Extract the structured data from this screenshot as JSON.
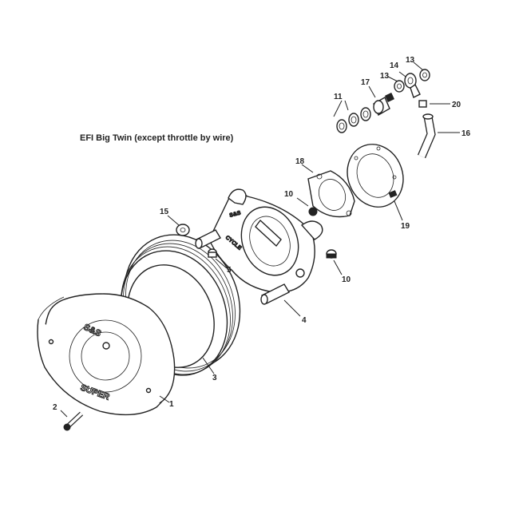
{
  "title": "EFI Big Twin (except throttle by wire)",
  "cover_text": {
    "brand": "S&S",
    "model": "SUPER"
  },
  "backplate_text": {
    "a": "S&S",
    "b": "CYCLE"
  },
  "callouts": [
    {
      "id": "c1",
      "text": "1"
    },
    {
      "id": "c2",
      "text": "2"
    },
    {
      "id": "c3",
      "text": "3"
    },
    {
      "id": "c4",
      "text": "4"
    },
    {
      "id": "c5",
      "text": "5"
    },
    {
      "id": "c10a",
      "text": "10"
    },
    {
      "id": "c10b",
      "text": "10"
    },
    {
      "id": "c11",
      "text": "11"
    },
    {
      "id": "c13a",
      "text": "13"
    },
    {
      "id": "c13b",
      "text": "13"
    },
    {
      "id": "c14",
      "text": "14"
    },
    {
      "id": "c15",
      "text": "15"
    },
    {
      "id": "c16",
      "text": "16"
    },
    {
      "id": "c17",
      "text": "17"
    },
    {
      "id": "c18",
      "text": "18"
    },
    {
      "id": "c19",
      "text": "19"
    },
    {
      "id": "c20",
      "text": "20"
    }
  ]
}
